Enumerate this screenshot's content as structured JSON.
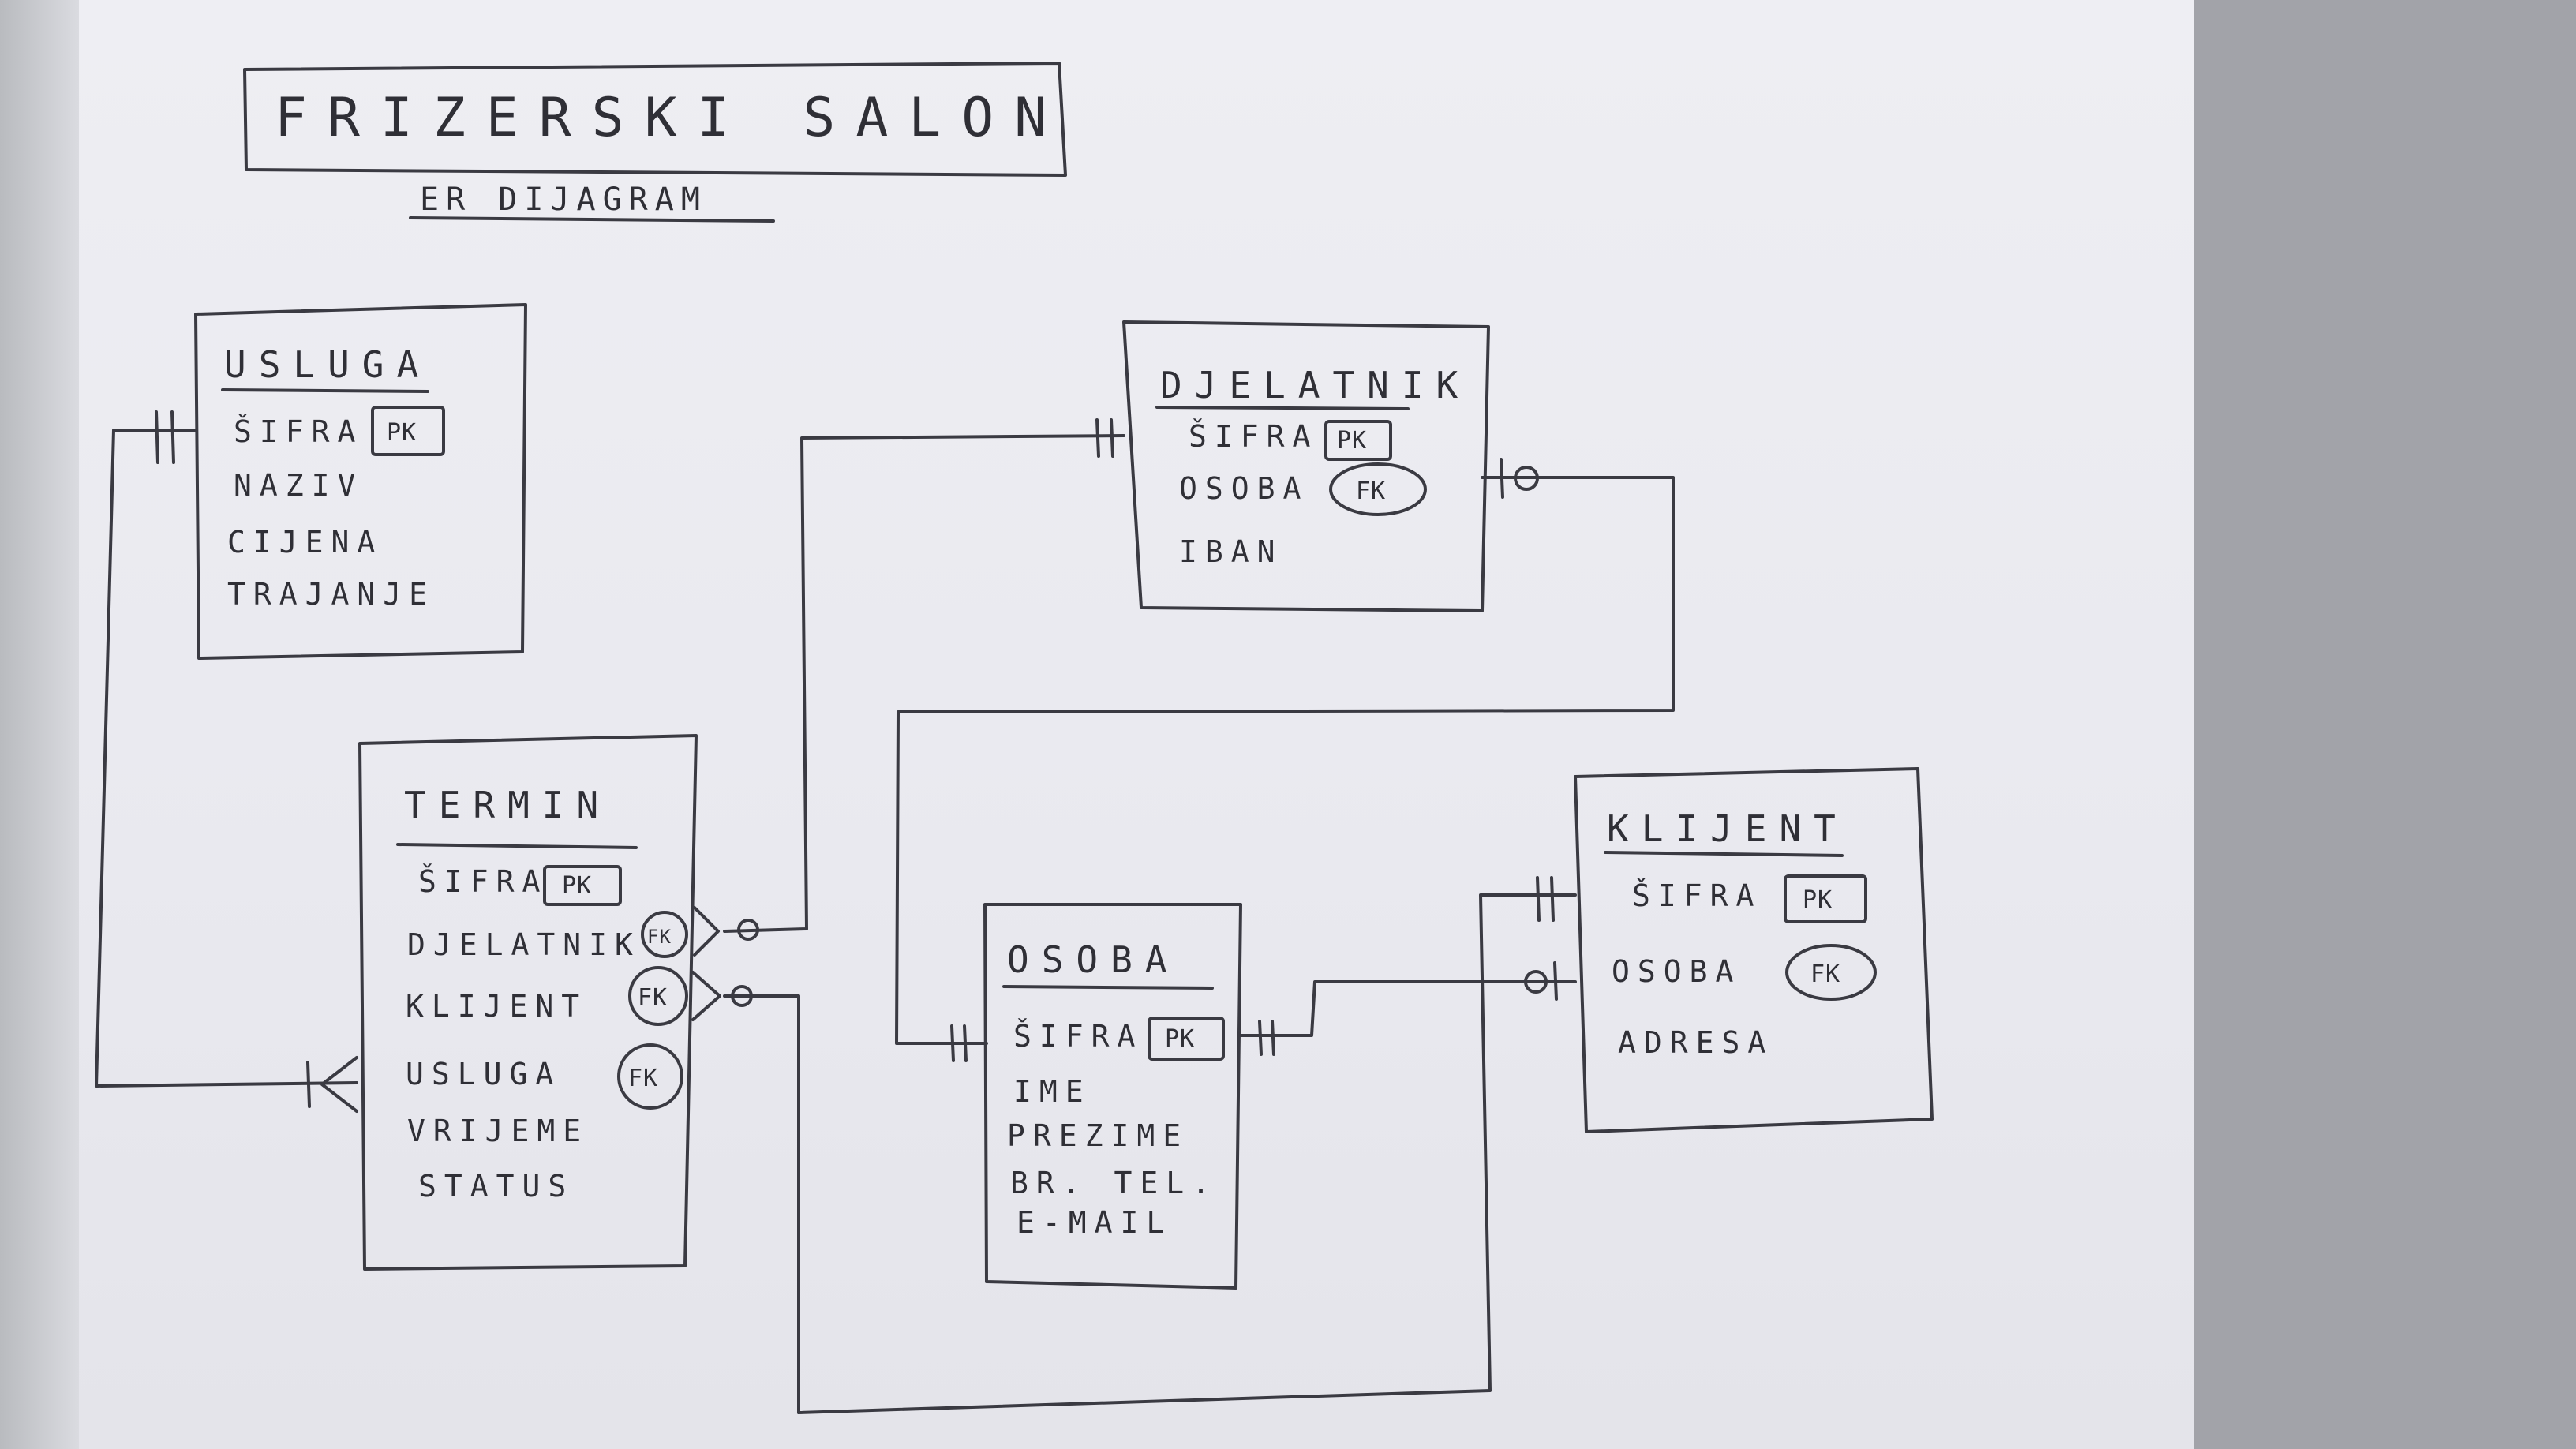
{
  "title": "FRIZERSKI SALON",
  "subtitle": "ER DIJAGRAM",
  "entities": {
    "usluga": {
      "name": "USLUGA",
      "attributes": [
        {
          "label": "ŠIFRA",
          "key": "PK"
        },
        {
          "label": "NAZIV",
          "key": ""
        },
        {
          "label": "CIJENA",
          "key": ""
        },
        {
          "label": "TRAJANJE",
          "key": ""
        }
      ]
    },
    "djelatnik": {
      "name": "DJELATNIK",
      "attributes": [
        {
          "label": "ŠIFRA",
          "key": "PK"
        },
        {
          "label": "OSOBA",
          "key": "FK"
        },
        {
          "label": "IBAN",
          "key": ""
        }
      ]
    },
    "termin": {
      "name": "TERMIN",
      "attributes": [
        {
          "label": "ŠIFRA",
          "key": "PK"
        },
        {
          "label": "DJELATNIK",
          "key": "FK"
        },
        {
          "label": "KLIJENT",
          "key": "FK"
        },
        {
          "label": "USLUGA",
          "key": "FK"
        },
        {
          "label": "VRIJEME",
          "key": ""
        },
        {
          "label": "STATUS",
          "key": ""
        }
      ]
    },
    "osoba": {
      "name": "OSOBA",
      "attributes": [
        {
          "label": "ŠIFRA",
          "key": "PK"
        },
        {
          "label": "IME",
          "key": ""
        },
        {
          "label": "PREZIME",
          "key": ""
        },
        {
          "label": "BR. TEL.",
          "key": ""
        },
        {
          "label": "E-MAIL",
          "key": ""
        }
      ]
    },
    "klijent": {
      "name": "KLIJENT",
      "attributes": [
        {
          "label": "ŠIFRA",
          "key": "PK"
        },
        {
          "label": "OSOBA",
          "key": "FK"
        },
        {
          "label": "ADRESA",
          "key": ""
        }
      ]
    }
  },
  "relationships": [
    {
      "from": "usluga",
      "to": "termin",
      "from_cardinality": "one-and-only-one",
      "to_cardinality": "one-or-many"
    },
    {
      "from": "djelatnik",
      "to": "termin",
      "from_cardinality": "one-and-only-one",
      "to_cardinality": "zero-or-many"
    },
    {
      "from": "klijent",
      "to": "termin",
      "from_cardinality": "one-and-only-one",
      "to_cardinality": "zero-or-many"
    },
    {
      "from": "osoba",
      "to": "djelatnik",
      "from_cardinality": "one-and-only-one",
      "to_cardinality": "zero-or-one"
    },
    {
      "from": "osoba",
      "to": "klijent",
      "from_cardinality": "one-and-only-one",
      "to_cardinality": "zero-or-one"
    }
  ]
}
